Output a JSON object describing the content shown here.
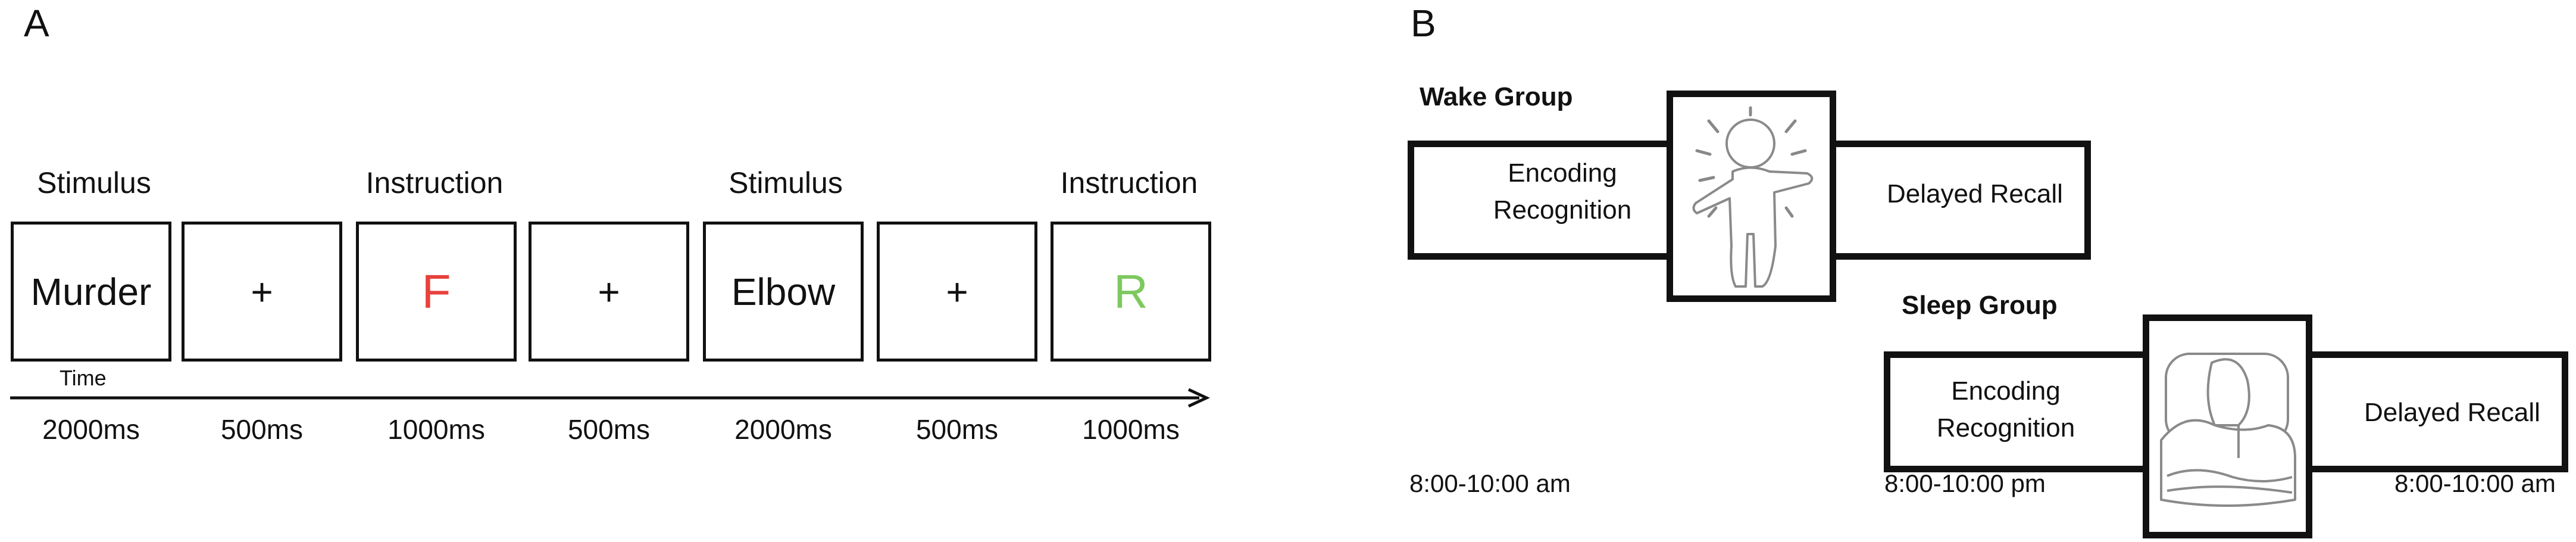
{
  "panel_a": {
    "label": "A",
    "slides": [
      {
        "header": "Stimulus",
        "content": "Murder",
        "duration": "2000ms",
        "color": "#111111"
      },
      {
        "header": "",
        "content": "+",
        "duration": "500ms",
        "color": "#111111"
      },
      {
        "header": "Instruction",
        "content": "F",
        "duration": "1000ms",
        "color": "#e8413c"
      },
      {
        "header": "",
        "content": "+",
        "duration": "500ms",
        "color": "#111111"
      },
      {
        "header": "Stimulus",
        "content": "Elbow",
        "duration": "2000ms",
        "color": "#111111"
      },
      {
        "header": "",
        "content": "+",
        "duration": "500ms",
        "color": "#111111"
      },
      {
        "header": "Instruction",
        "content": "R",
        "duration": "1000ms",
        "color": "#7dc95e"
      }
    ],
    "time_label": "Time"
  },
  "panel_b": {
    "label": "B",
    "wake_group": {
      "title": "Wake Group",
      "left_text_line1": "Encoding",
      "left_text_line2": "Recognition",
      "right_text": "Delayed Recall",
      "time_left": "8:00-10:00 am"
    },
    "sleep_group": {
      "title": "Sleep Group",
      "left_text_line1": "Encoding",
      "left_text_line2": "Recognition",
      "right_text": "Delayed Recall",
      "time_left": "8:00-10:00 pm",
      "time_right": "8:00-10:00 am"
    },
    "icons": [
      "awake-person-icon",
      "sleeping-person-icon"
    ]
  }
}
